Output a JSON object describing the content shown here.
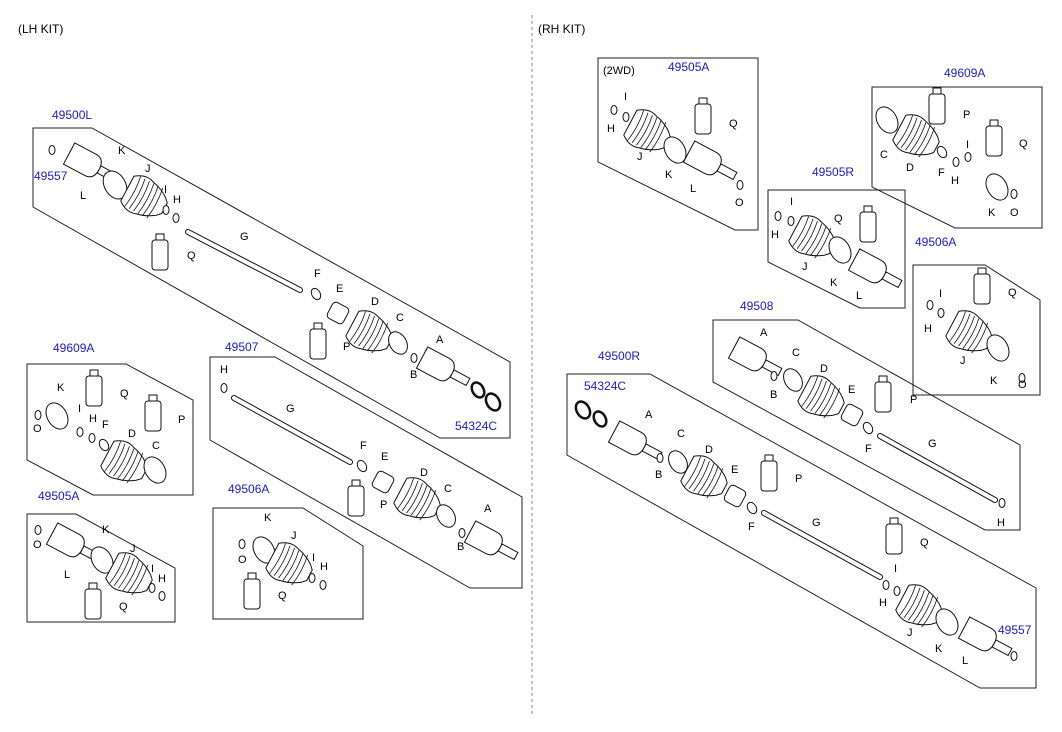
{
  "left_title": "(LH KIT)",
  "right_title": "(RH KIT)",
  "groups": [
    {
      "id": "lh-main",
      "part_no": "49500L",
      "sub_part_no": "49557",
      "sub_part_no_2": "54324C"
    },
    {
      "id": "lh-49609A",
      "part_no": "49609A"
    },
    {
      "id": "lh-49505A",
      "part_no": "49505A"
    },
    {
      "id": "lh-49507",
      "part_no": "49507"
    },
    {
      "id": "lh-49506A",
      "part_no": "49506A"
    },
    {
      "id": "rh-49505A",
      "part_no": "49505A",
      "note": "(2WD)"
    },
    {
      "id": "rh-49609A",
      "part_no": "49609A"
    },
    {
      "id": "rh-49505R",
      "part_no": "49505R"
    },
    {
      "id": "rh-49506A",
      "part_no": "49506A"
    },
    {
      "id": "rh-49508",
      "part_no": "49508"
    },
    {
      "id": "rh-main",
      "part_no": "49500R",
      "sub_part_no": "54324C",
      "sub_part_no_2": "49557"
    }
  ],
  "letters": {
    "A": "A",
    "B": "B",
    "C": "C",
    "D": "D",
    "E": "E",
    "F": "F",
    "G": "G",
    "H": "H",
    "I": "I",
    "J": "J",
    "K": "K",
    "L": "L",
    "O": "O",
    "P": "P",
    "Q": "Q"
  }
}
